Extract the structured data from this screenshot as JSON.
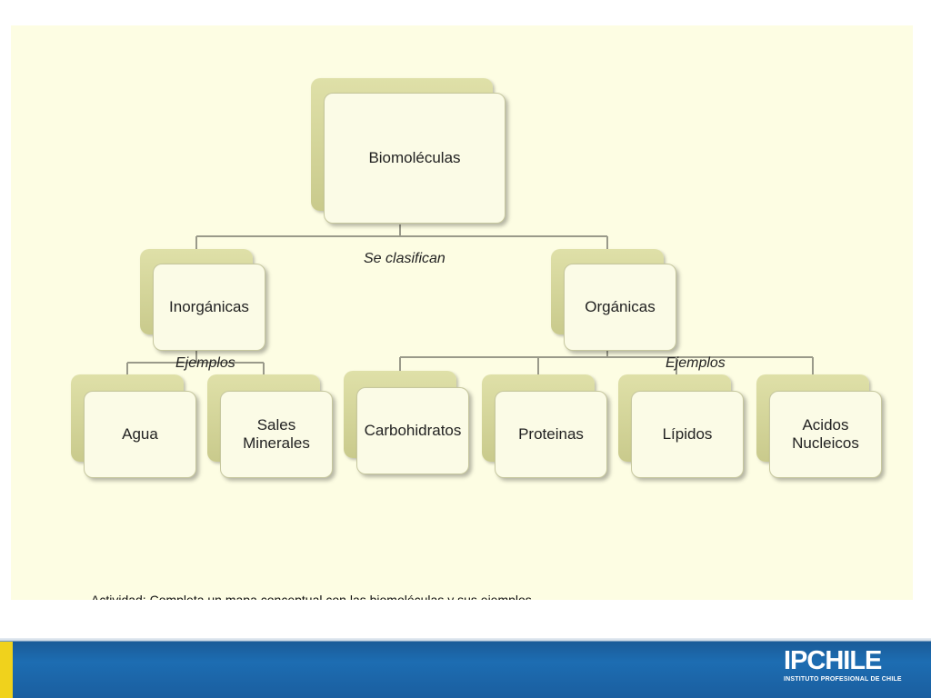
{
  "diagram": {
    "nodes": {
      "root": "Biomoléculas",
      "inorganic": "Inorgánicas",
      "organic": "Orgánicas",
      "water": "Agua",
      "mineral_salts": "Sales\nMinerales",
      "carbohydrates": "Carbohidratos",
      "proteins": "Proteinas",
      "lipids": "Lípidos",
      "nucleic_acids": "Acidos\nNucleicos"
    },
    "edge_labels": {
      "classify": "Se clasifican",
      "examples_inorganic": "Ejemplos",
      "examples_organic": "Ejemplos"
    }
  },
  "footer": {
    "cutoff_text": "Actividad: Completa un mapa conceptual con las biomoléculas y sus ejemplos",
    "logo": {
      "name": "IPCHILE",
      "subtitle": "INSTITUTO PROFESIONAL DE CHILE"
    }
  },
  "colors": {
    "slide_background": "#fdfde3",
    "node_fill": "#fbfbe6",
    "node_shadow": "#c9ca8c",
    "connector": "#9a9a8a",
    "footer_blue": "#1d6db2",
    "footer_accent": "#f0d21c"
  }
}
